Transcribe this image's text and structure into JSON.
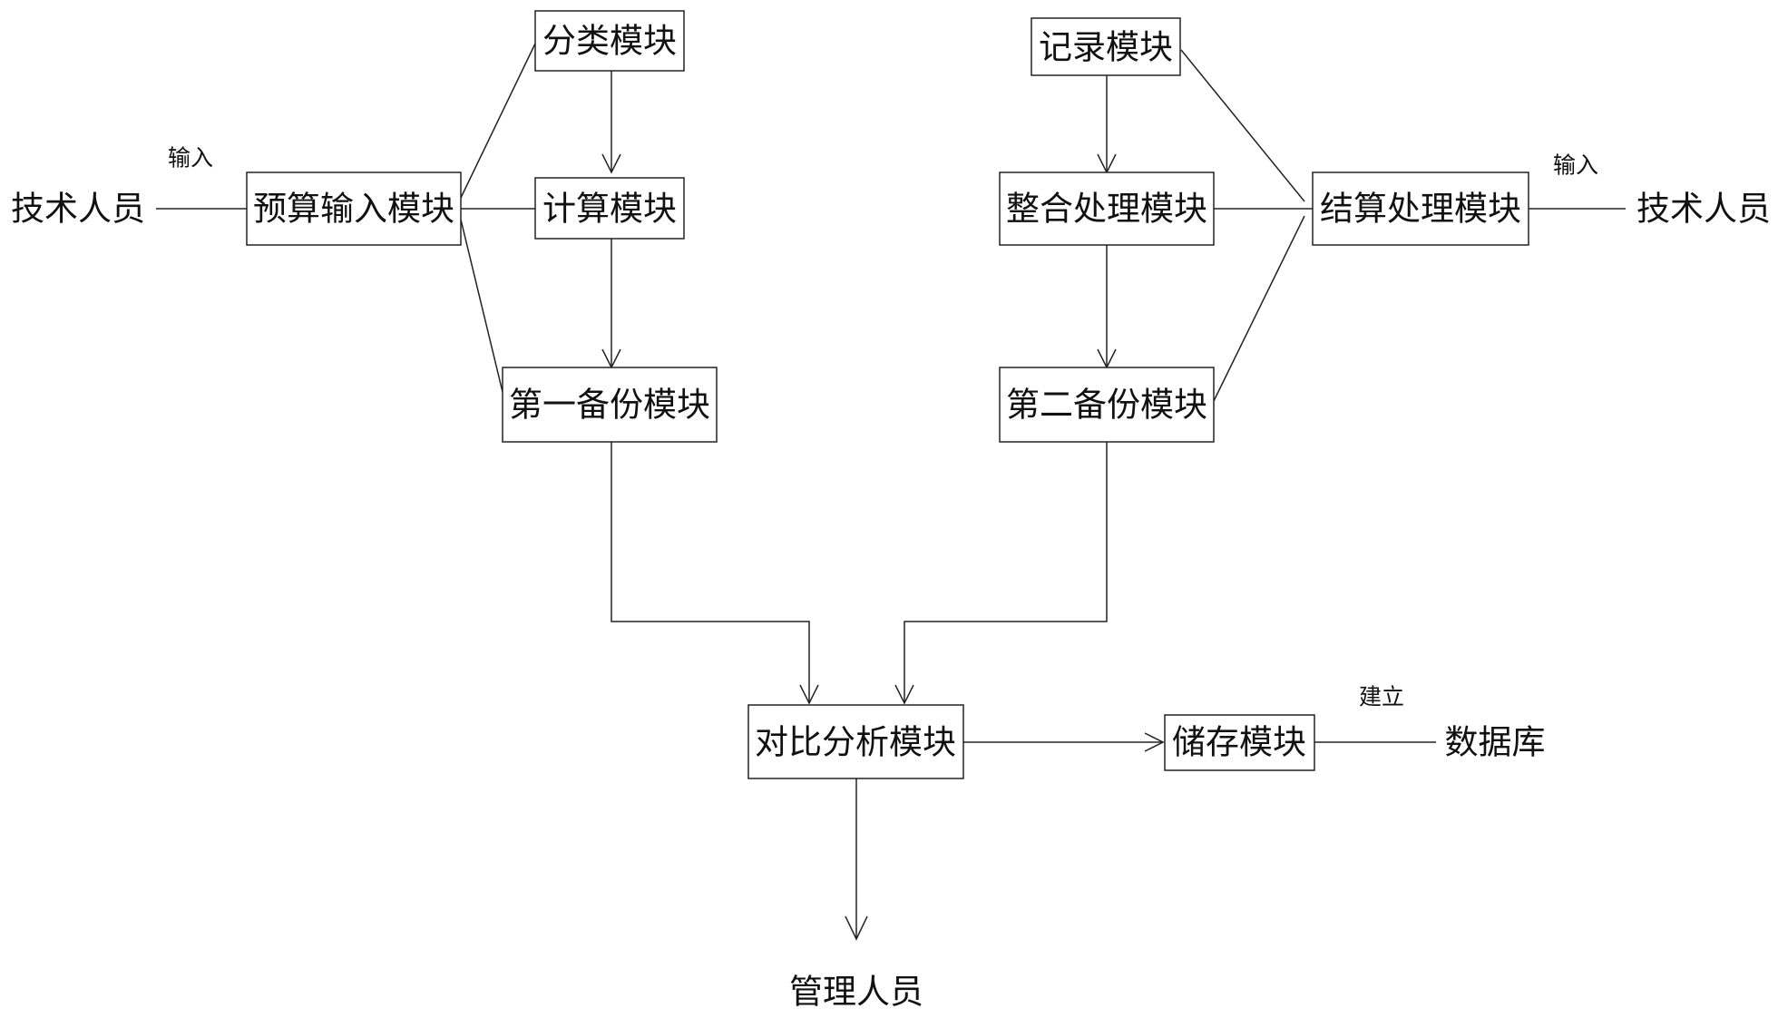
{
  "nodes": {
    "classify": "分类模块",
    "budget_input": "预算输入模块",
    "calculate": "计算模块",
    "backup1": "第一备份模块",
    "record": "记录模块",
    "integrate": "整合处理模块",
    "settle": "结算处理模块",
    "backup2": "第二备份模块",
    "compare": "对比分析模块",
    "storage": "储存模块"
  },
  "actors": {
    "tech_left": "技术人员",
    "tech_right": "技术人员",
    "manager": "管理人员",
    "database": "数据库"
  },
  "edge_labels": {
    "input_left": "输入",
    "input_right": "输入",
    "build": "建立"
  }
}
